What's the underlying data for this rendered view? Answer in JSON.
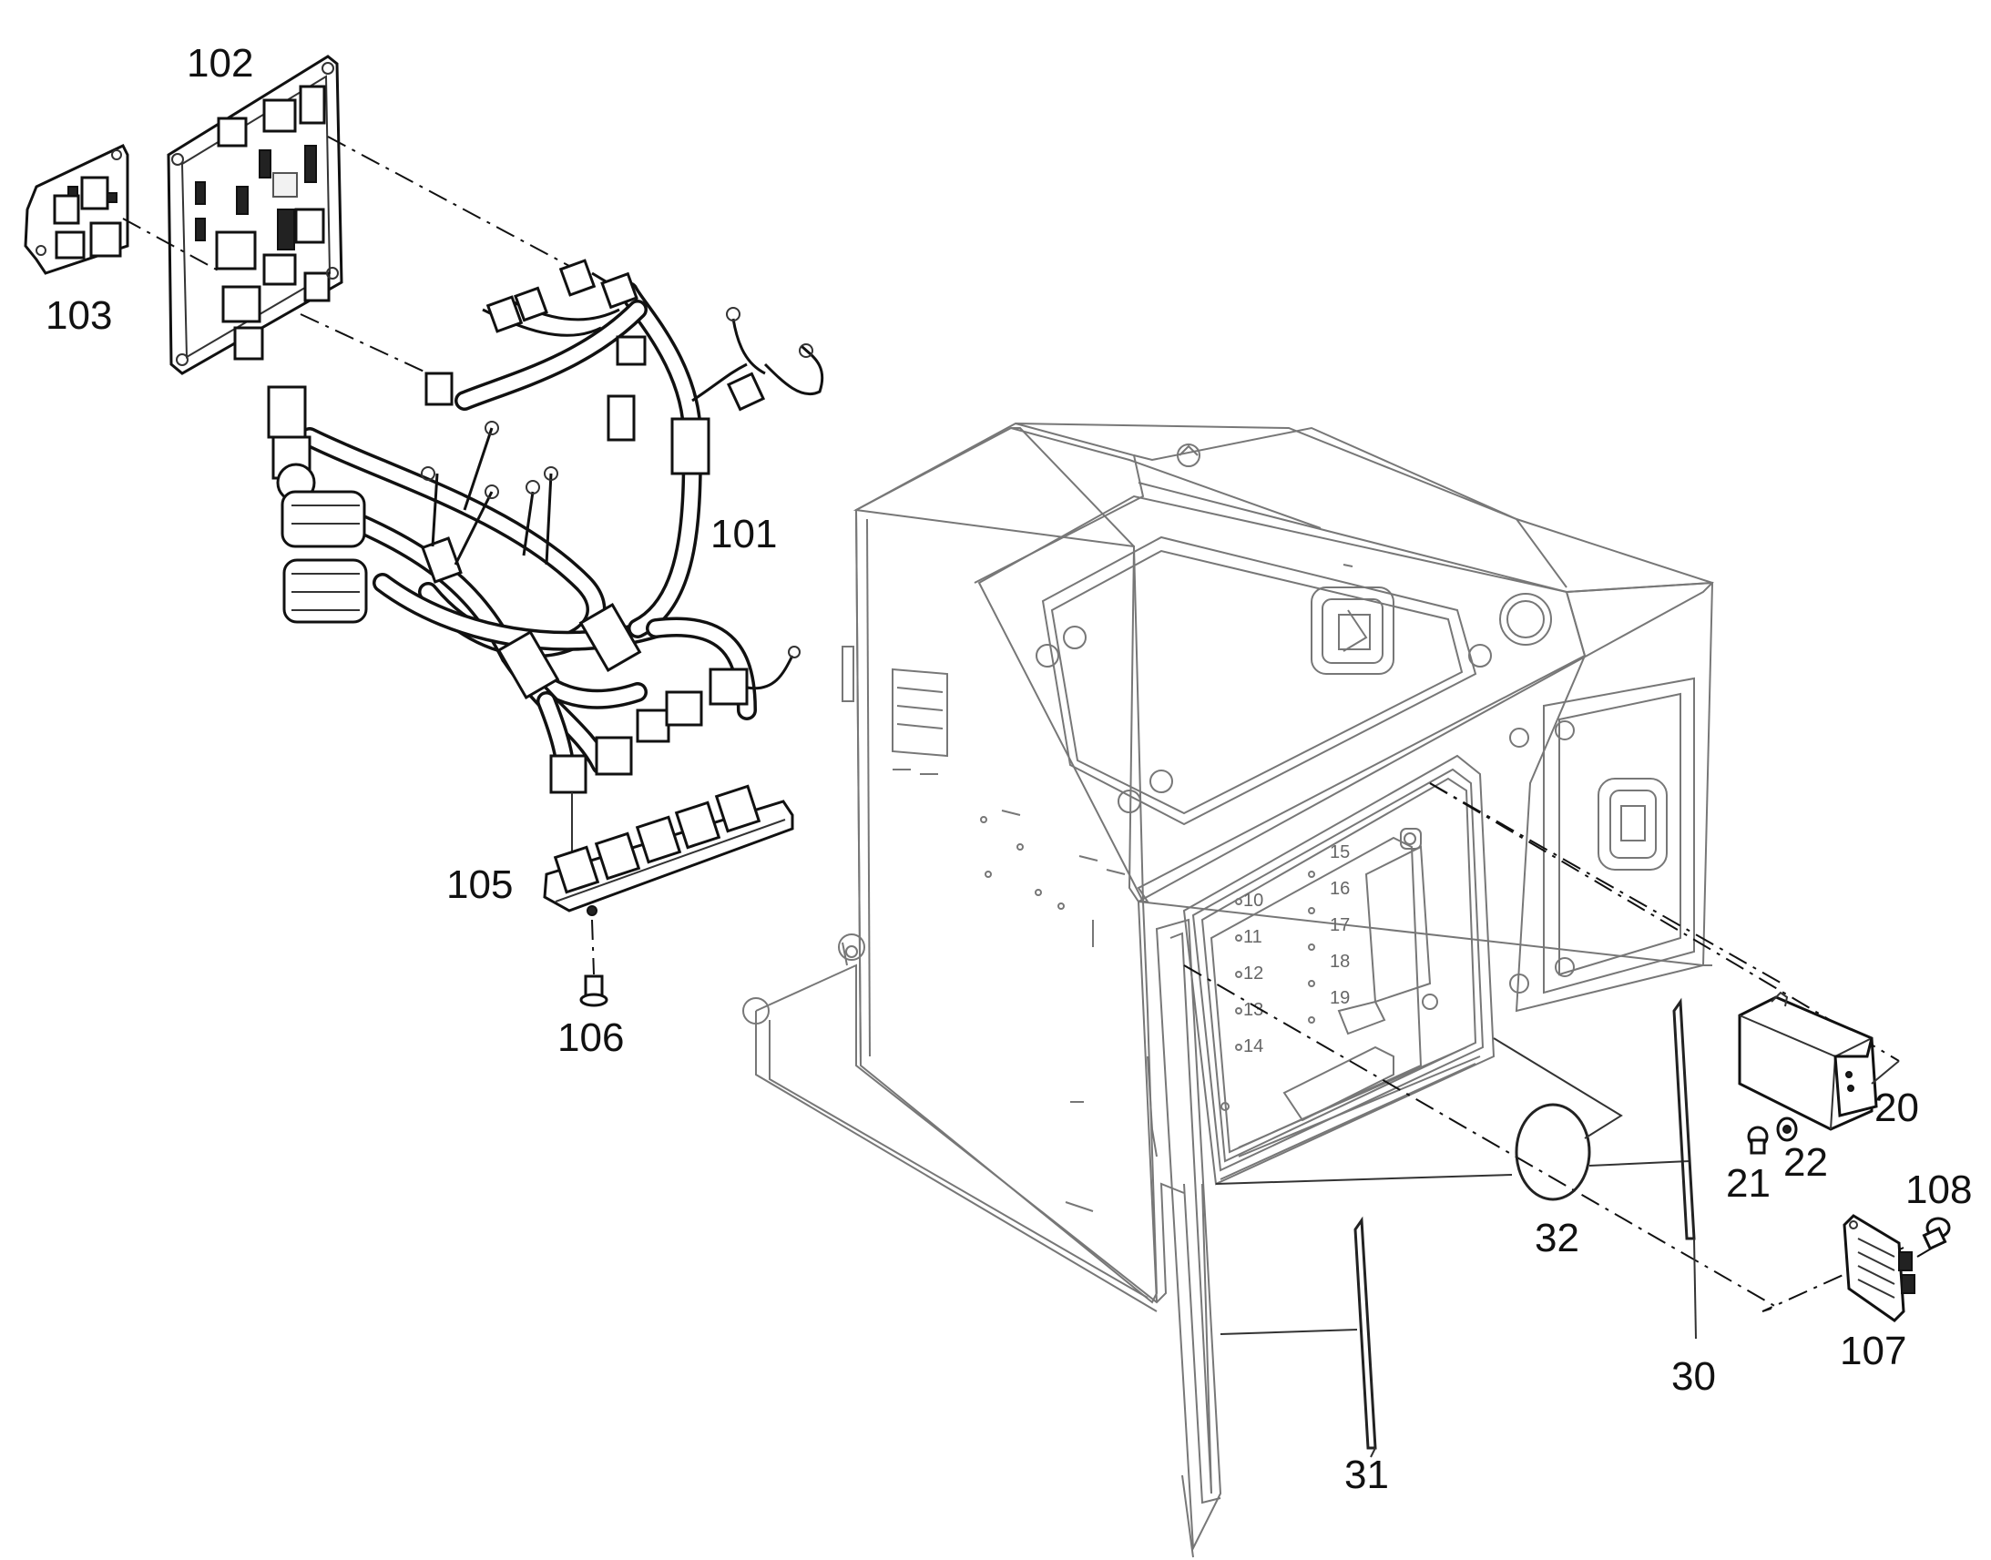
{
  "callouts": {
    "p101": "101",
    "p102": "102",
    "p103": "103",
    "p105": "105",
    "p106": "106",
    "p20": "20",
    "p21": "21",
    "p22": "22",
    "p30": "30",
    "p31": "31",
    "p32": "32",
    "p107": "107",
    "p108": "108"
  },
  "terminal_numbers": {
    "t10": "10",
    "t11": "11",
    "t12": "12",
    "t13": "13",
    "t14": "14",
    "t15": "15",
    "t16": "16",
    "t17": "17",
    "t18": "18",
    "t19": "19"
  }
}
